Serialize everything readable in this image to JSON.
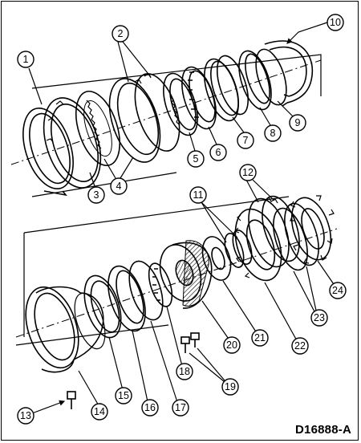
{
  "figure_id": "D16888-A",
  "callouts": [
    "1",
    "2",
    "3",
    "4",
    "5",
    "6",
    "7",
    "8",
    "9",
    "10",
    "11",
    "12",
    "13",
    "14",
    "15",
    "16",
    "17",
    "18",
    "19",
    "20",
    "21",
    "22",
    "23",
    "24"
  ]
}
